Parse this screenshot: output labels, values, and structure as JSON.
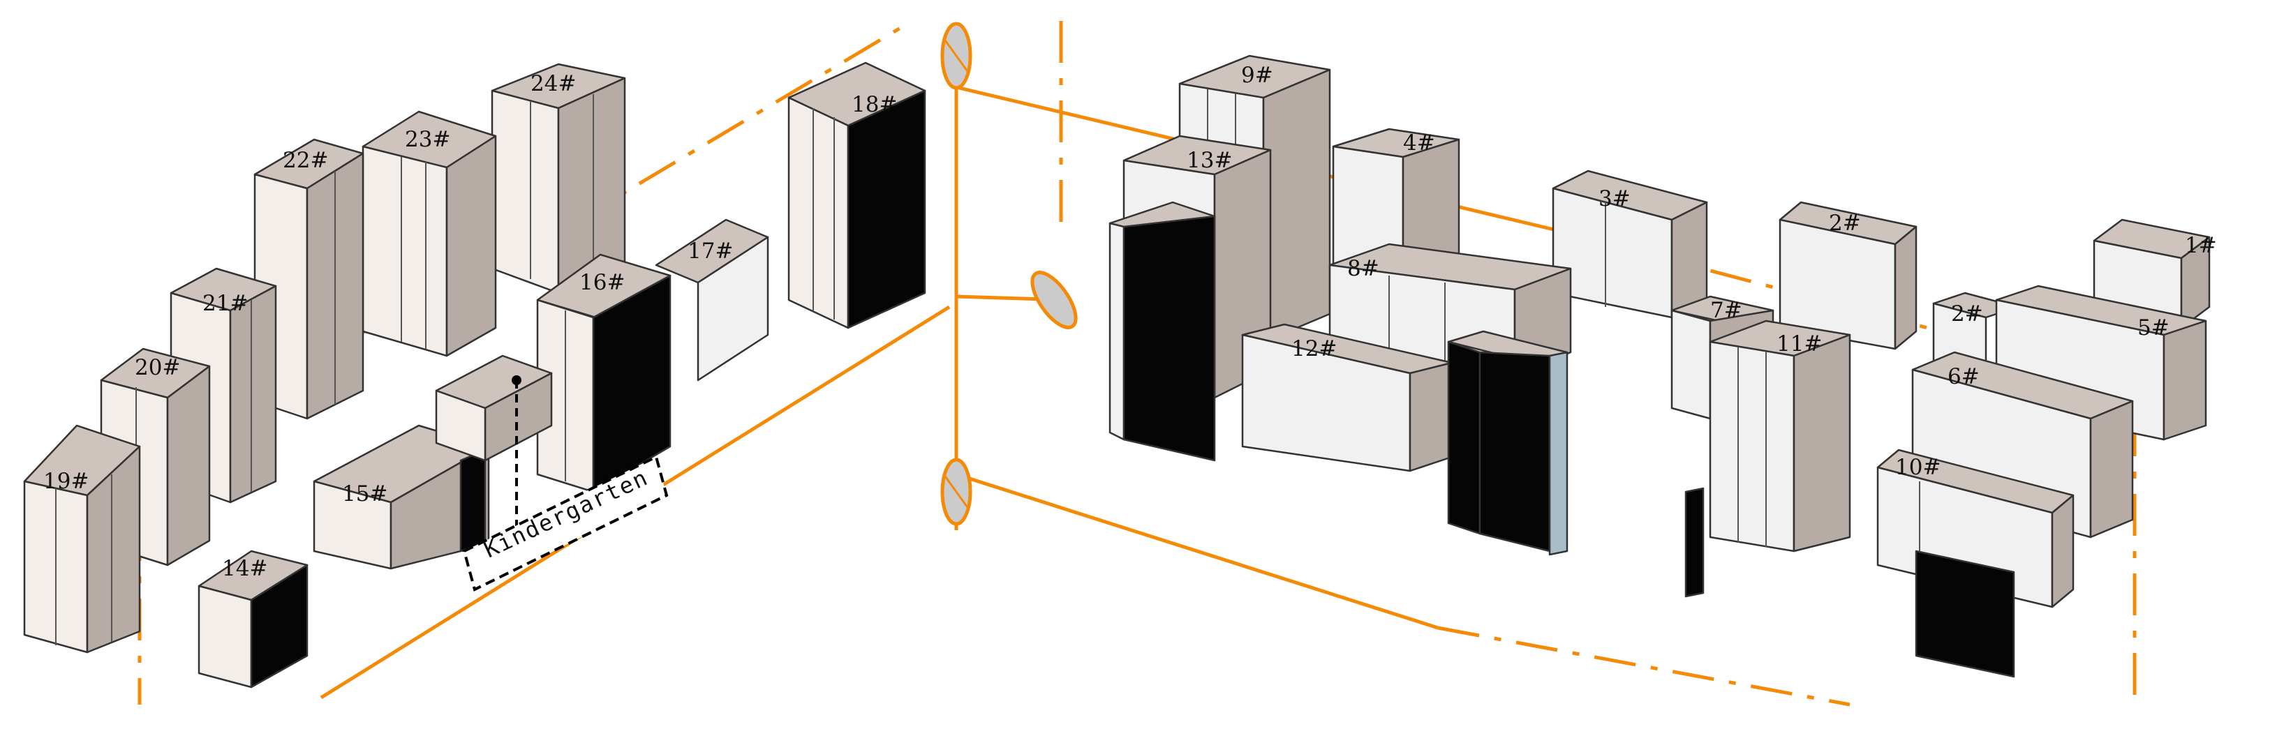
{
  "diagram": {
    "buildings": [
      {
        "id": "b1",
        "label": "1#"
      },
      {
        "id": "b2",
        "label": "2#"
      },
      {
        "id": "b2s",
        "label": "2#"
      },
      {
        "id": "b3",
        "label": "3#"
      },
      {
        "id": "b4",
        "label": "4#"
      },
      {
        "id": "b5",
        "label": "5#"
      },
      {
        "id": "b6",
        "label": "6#"
      },
      {
        "id": "b7",
        "label": "7#"
      },
      {
        "id": "b8",
        "label": "8#"
      },
      {
        "id": "b9",
        "label": "9#"
      },
      {
        "id": "b10",
        "label": "10#"
      },
      {
        "id": "b11",
        "label": "11#"
      },
      {
        "id": "b12",
        "label": "12#"
      },
      {
        "id": "b13",
        "label": "13#"
      },
      {
        "id": "b14",
        "label": "14#"
      },
      {
        "id": "b15",
        "label": "15#"
      },
      {
        "id": "b16",
        "label": "16#"
      },
      {
        "id": "b17",
        "label": "17#"
      },
      {
        "id": "b18",
        "label": "18#"
      },
      {
        "id": "b19",
        "label": "19#"
      },
      {
        "id": "b20",
        "label": "20#"
      },
      {
        "id": "b21",
        "label": "21#"
      },
      {
        "id": "b22",
        "label": "22#"
      },
      {
        "id": "b23",
        "label": "23#"
      },
      {
        "id": "b24",
        "label": "24#"
      }
    ],
    "kindergarten_label": "Kindergarten",
    "colors": {
      "guide": "#F58A07",
      "top": "#CFC3BE",
      "side": "#B7ABA6",
      "front": "#F4EEEA",
      "front_light": "#F0F0F0",
      "dark": "#000000",
      "edge": "#333333",
      "accent": "#A9BCC9"
    }
  }
}
